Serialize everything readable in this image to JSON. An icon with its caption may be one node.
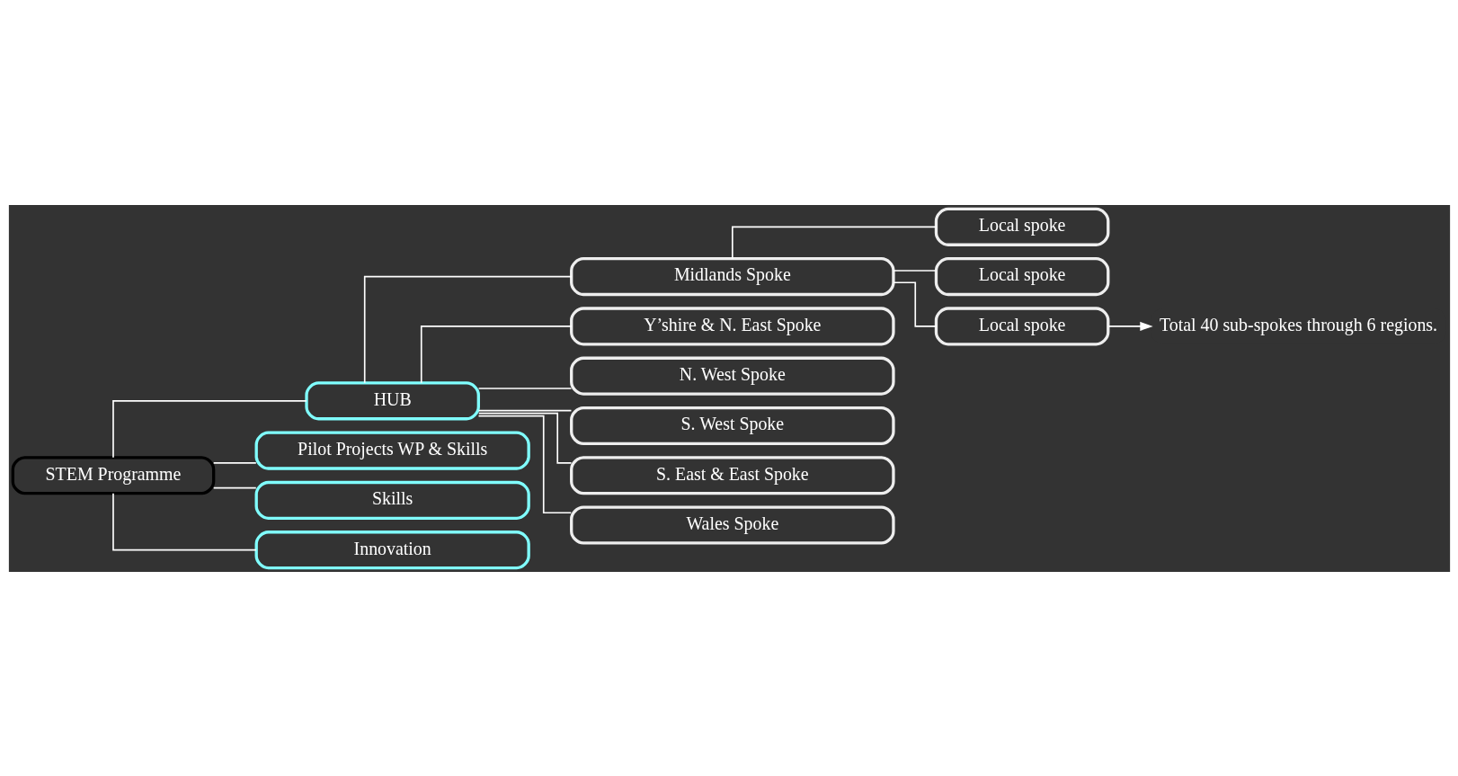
{
  "diagram": {
    "nodes": [
      {
        "text": [
          "STEM Programme"
        ]
      },
      {
        "text": [
          "HUB"
        ]
      },
      {
        "text": [
          "Midlands Spoke"
        ]
      },
      {
        "text": [
          "Y’shire & N. East Spoke"
        ]
      },
      {
        "text": [
          "N. West Spoke"
        ]
      },
      {
        "text": [
          "S. West Spoke"
        ]
      },
      {
        "text": [
          "S. East & East Spoke"
        ]
      },
      {
        "text": [
          "Wales Spoke"
        ]
      },
      {
        "text": [
          "Pilot Projects WP & Skills"
        ]
      },
      {
        "text": [
          "Skills"
        ]
      },
      {
        "text": [
          "Innovation"
        ]
      },
      {
        "text": [
          "Local spoke"
        ]
      },
      {
        "text": [
          "Local spoke"
        ]
      },
      {
        "text": [
          "Local spoke"
        ]
      },
      {
        "text": [
          "Total 40 sub-spokes through 6 regions."
        ]
      }
    ],
    "edges": [
      {
        "from": 0,
        "to": 1,
        "arrow": "none"
      },
      {
        "from": 1,
        "to": 2,
        "arrow": "none"
      },
      {
        "from": 1,
        "to": 3,
        "arrow": "none"
      },
      {
        "from": 1,
        "to": 4,
        "arrow": "none"
      },
      {
        "from": 1,
        "to": 5,
        "arrow": "none"
      },
      {
        "from": 1,
        "to": 6,
        "arrow": "none"
      },
      {
        "from": 1,
        "to": 7,
        "arrow": "none"
      },
      {
        "from": 2,
        "to": 11,
        "arrow": "none"
      },
      {
        "from": 2,
        "to": 12,
        "arrow": "none"
      },
      {
        "from": 2,
        "to": 13,
        "arrow": "none"
      },
      {
        "from": 13,
        "to": 14,
        "arrow": "to"
      },
      {
        "from": 0,
        "to": 8,
        "arrow": "none"
      },
      {
        "from": 0,
        "to": 9,
        "arrow": "none"
      },
      {
        "from": 0,
        "to": 10,
        "arrow": "none"
      }
    ]
  }
}
